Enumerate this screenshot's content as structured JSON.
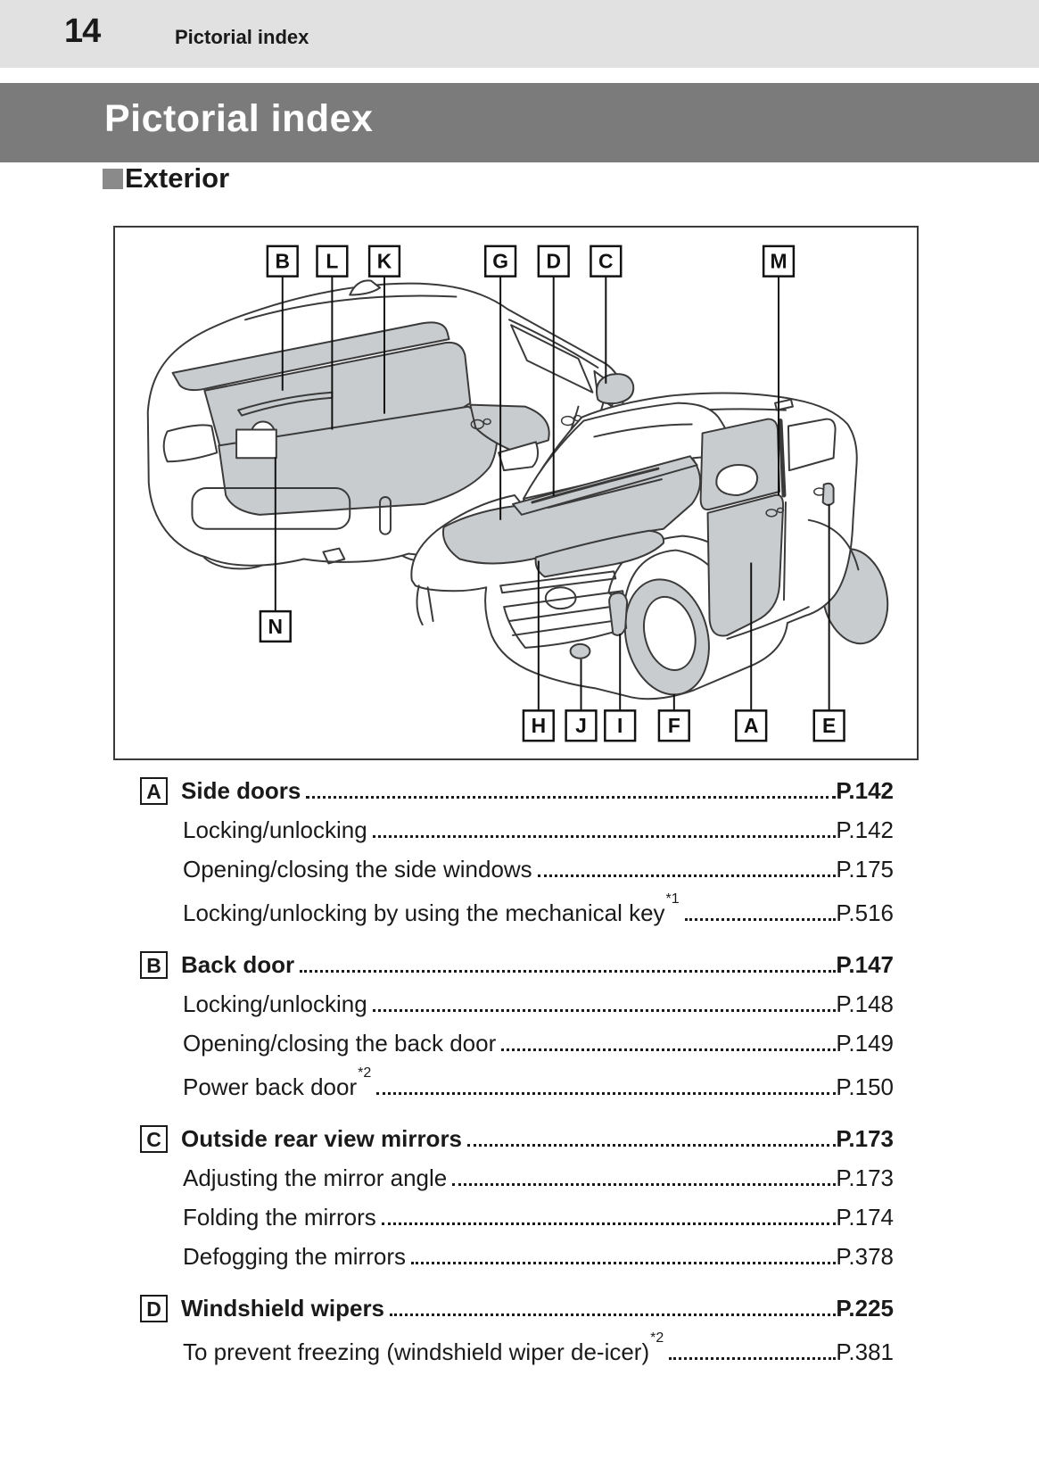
{
  "page_header": {
    "page_number": "14",
    "section": "Pictorial index"
  },
  "banner": {
    "title": "Pictorial index"
  },
  "section": {
    "heading": "Exterior"
  },
  "diagram": {
    "description": "Two line-art views of the vehicle (rear three-quarter and front three-quarter) with lettered callouts",
    "top_letters": [
      "B",
      "L",
      "K",
      "G",
      "D",
      "C",
      "M"
    ],
    "left_letter": "N",
    "bottom_letters": [
      "H",
      "J",
      "I",
      "F",
      "A",
      "E"
    ]
  },
  "index": {
    "entries": [
      {
        "letter": "A",
        "title": "Side doors",
        "page": "P.142",
        "subs": [
          {
            "label": "Locking/unlocking",
            "sup": "",
            "page": "P.142"
          },
          {
            "label": "Opening/closing the side windows",
            "sup": "",
            "page": "P.175"
          },
          {
            "label": "Locking/unlocking by using the mechanical key",
            "sup": "*1",
            "page": "P.516"
          }
        ]
      },
      {
        "letter": "B",
        "title": "Back door",
        "page": "P.147",
        "subs": [
          {
            "label": "Locking/unlocking",
            "sup": "",
            "page": "P.148"
          },
          {
            "label": "Opening/closing the back door",
            "sup": "",
            "page": "P.149"
          },
          {
            "label": "Power back door",
            "sup": "*2",
            "page": "P.150"
          }
        ]
      },
      {
        "letter": "C",
        "title": "Outside rear view mirrors",
        "page": "P.173",
        "subs": [
          {
            "label": "Adjusting the mirror angle",
            "sup": "",
            "page": "P.173"
          },
          {
            "label": "Folding the mirrors",
            "sup": "",
            "page": "P.174"
          },
          {
            "label": "Defogging the mirrors",
            "sup": "",
            "page": "P.378"
          }
        ]
      },
      {
        "letter": "D",
        "title": "Windshield wipers",
        "page": "P.225",
        "subs": [
          {
            "label": "To prevent freezing (windshield wiper de-icer)",
            "sup": "*2",
            "page": "P.381"
          }
        ]
      }
    ]
  },
  "colors": {
    "header_bg": "#e1e1e1",
    "banner_bg": "#7b7b7b",
    "banner_text": "#ffffff",
    "body_text": "#1a1a1a",
    "diagram_shade": "#c9ccce",
    "line": "#3a3a3a"
  }
}
